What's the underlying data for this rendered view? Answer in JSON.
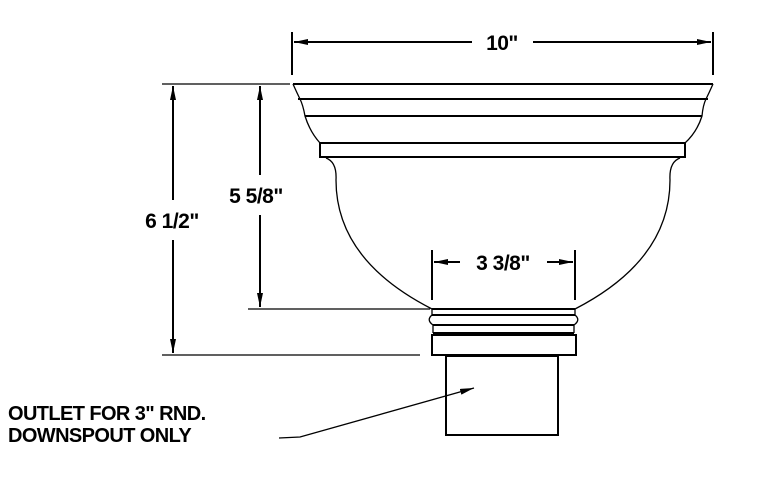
{
  "dimensions": {
    "top_width": "10\"",
    "overall_height": "6 1/2\"",
    "bowl_height": "5 5/8\"",
    "outlet_width": "3 3/8\""
  },
  "note": {
    "line1": "OUTLET FOR 3\" RND.",
    "line2": "DOWNSPOUT ONLY"
  }
}
